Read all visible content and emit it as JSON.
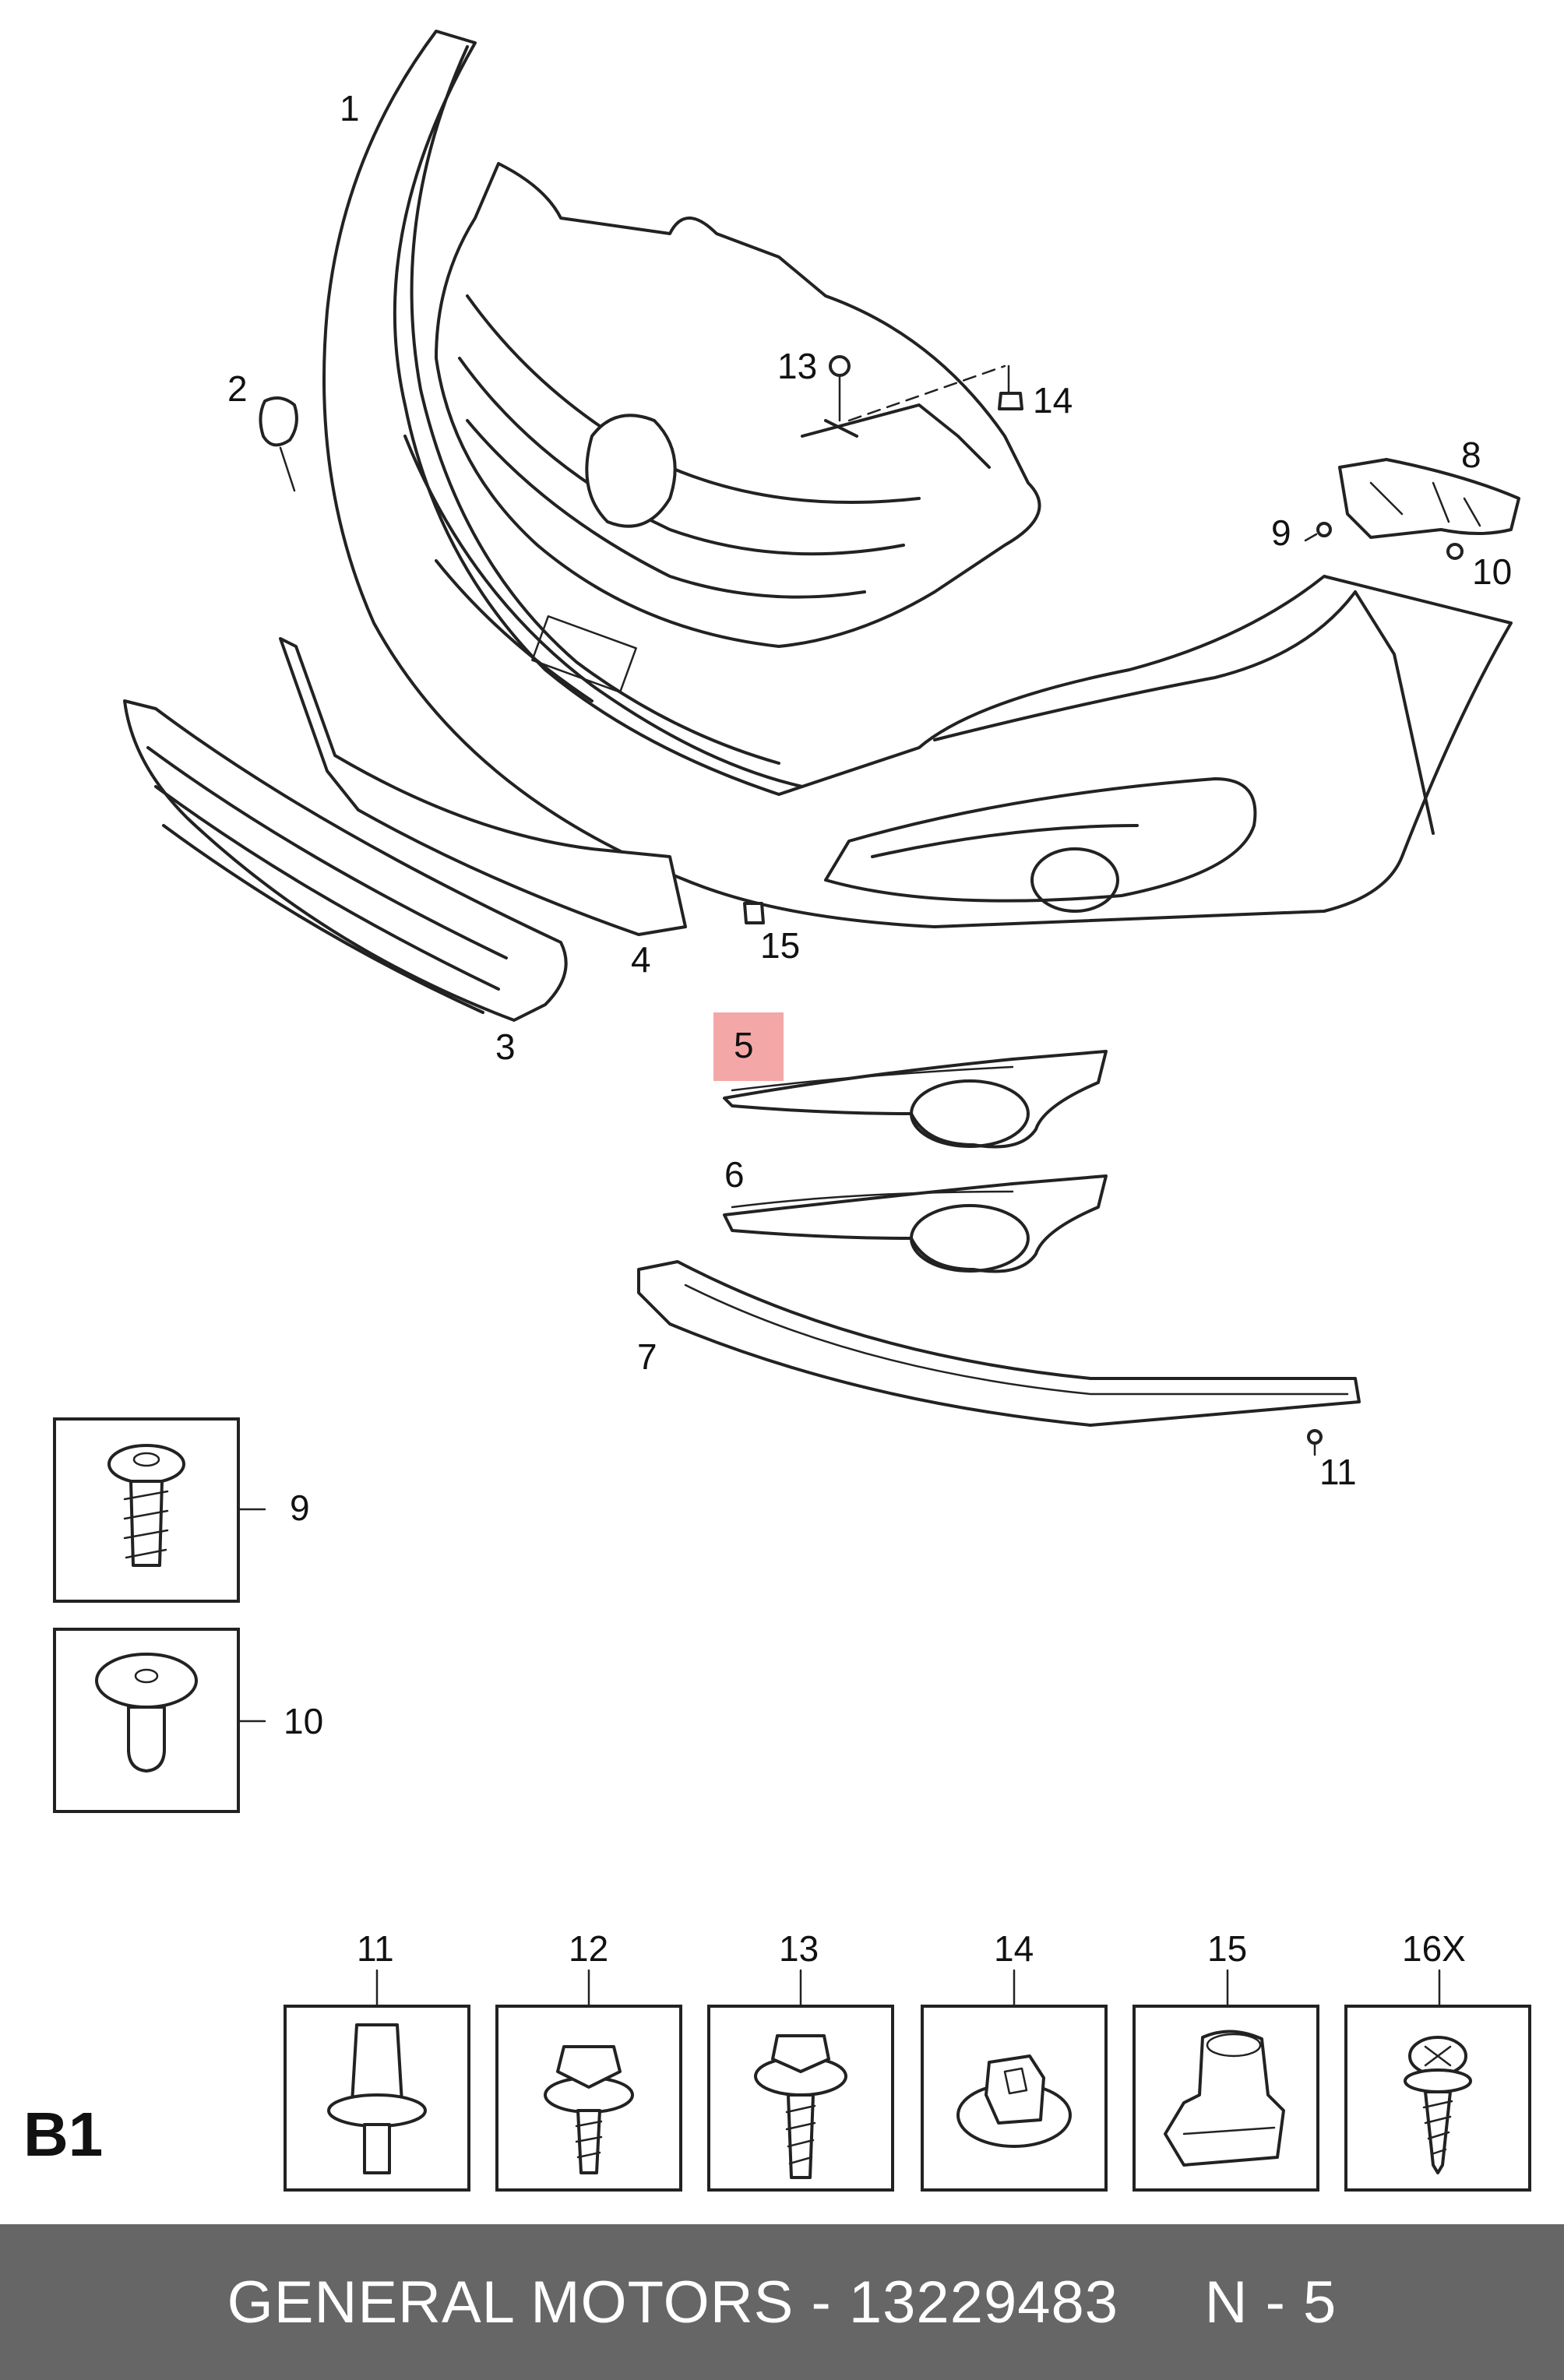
{
  "diagram": {
    "callouts": {
      "c1": "1",
      "c2": "2",
      "c3": "3",
      "c4": "4",
      "c5": "5",
      "c6": "6",
      "c7": "7",
      "c8": "8",
      "c9": "9",
      "c10": "10",
      "c11": "11",
      "c13": "13",
      "c14": "14",
      "c15": "15"
    },
    "highlight_color": "#f08a8a",
    "detail_left": {
      "box_9": "9",
      "box_10": "10"
    },
    "detail_row": {
      "b11": "11",
      "b12": "12",
      "b13": "13",
      "b14": "14",
      "b15": "15",
      "b16": "16X"
    },
    "section_label": "B1"
  },
  "footer": {
    "text": "GENERAL MOTORS - 13229483     N - 5"
  }
}
